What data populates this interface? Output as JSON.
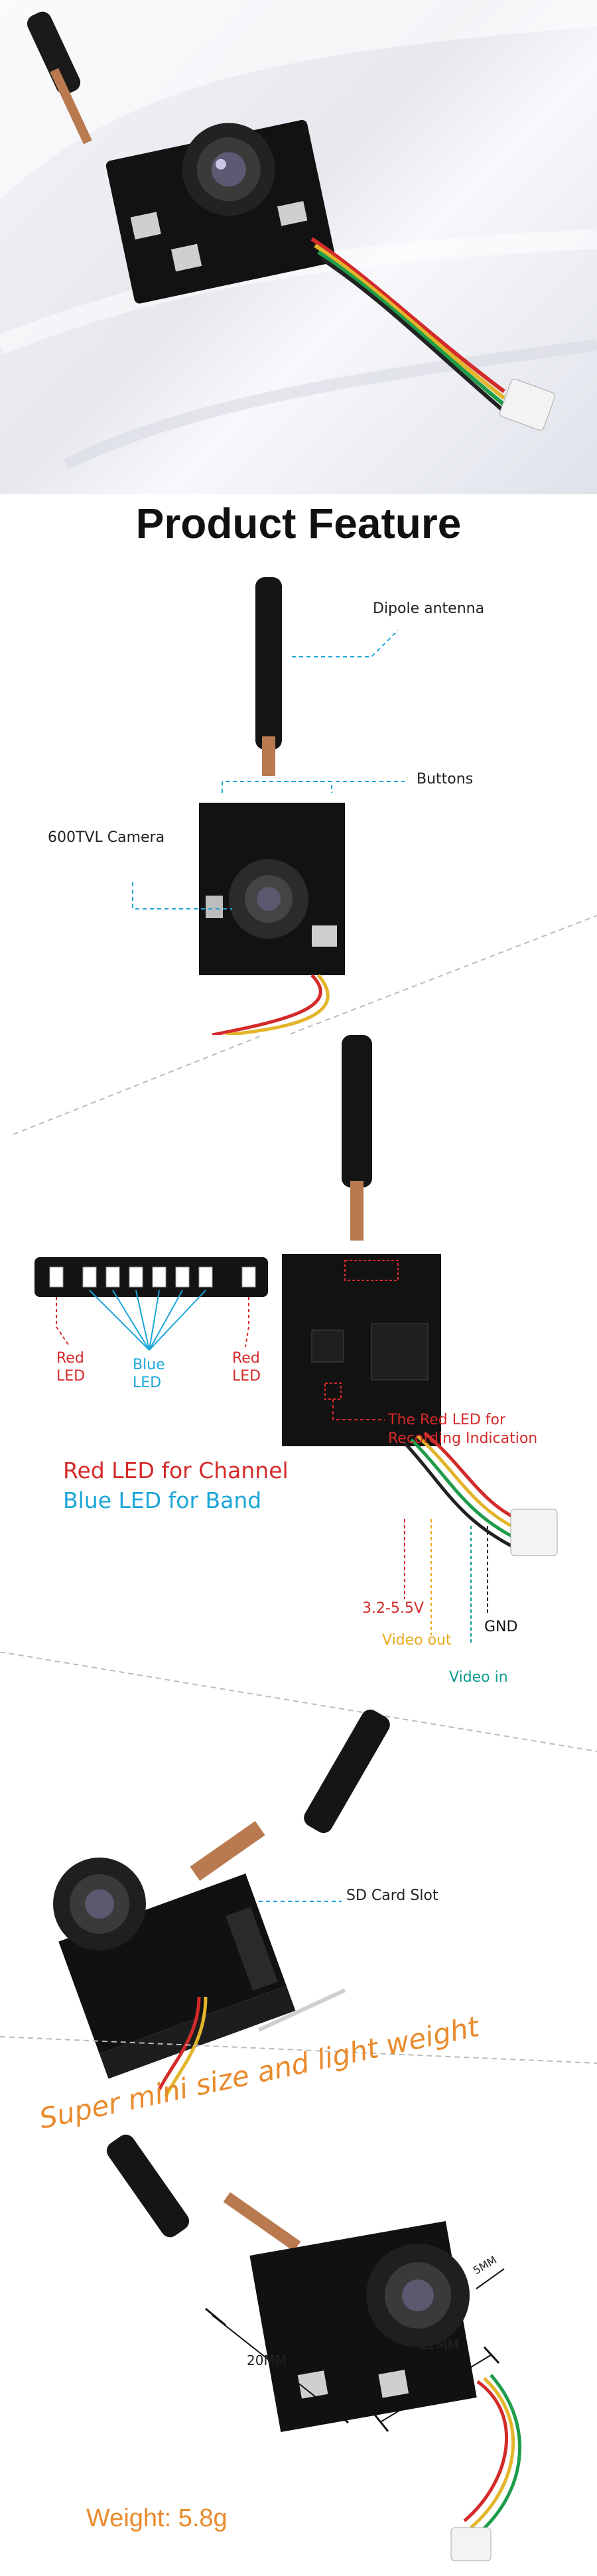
{
  "heading": "Product Feature",
  "callouts": {
    "dipole_antenna": "Dipole antenna",
    "buttons": "Buttons",
    "camera": "600TVL Camera",
    "sd_slot": "SD Card Slot",
    "red_led_note_1": "The Red LED for",
    "red_led_note_2": "Recording Indication",
    "pin_power": "3.2-5.5V",
    "pin_video_out": "Video out",
    "pin_video_in": "Video in",
    "pin_gnd": "GND"
  },
  "led_legend": {
    "left_red_1": "Red",
    "left_red_2": "LED",
    "blue_1": "Blue",
    "blue_2": "LED",
    "right_red_1": "Red",
    "right_red_2": "LED",
    "channel": "Red LED for Channel",
    "band": "Blue LED for Band"
  },
  "tagline": "Super mini size and light weight",
  "dimensions": {
    "width": "20MM",
    "depth": "22MM",
    "height": "5MM"
  },
  "weight": "Weight: 5.8g",
  "colors": {
    "red_accent": "#d42a2a",
    "blue_accent": "#1ba6d8",
    "orange_accent": "#e98a2c",
    "board": "#121212"
  }
}
